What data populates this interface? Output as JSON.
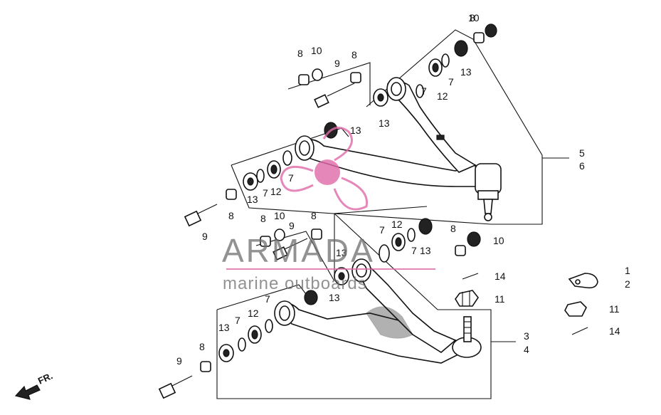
{
  "diagram": {
    "callouts": [
      {
        "id": "c8a",
        "text": "8"
      },
      {
        "id": "c10a",
        "text": "10"
      },
      {
        "id": "c8b",
        "text": "8"
      },
      {
        "id": "c10b",
        "text": "10"
      },
      {
        "id": "c9a",
        "text": "9"
      },
      {
        "id": "c8c",
        "text": "8"
      },
      {
        "id": "c13a",
        "text": "13"
      },
      {
        "id": "c12a",
        "text": "12"
      },
      {
        "id": "c7a",
        "text": "7"
      },
      {
        "id": "c7b",
        "text": "7"
      },
      {
        "id": "c13b",
        "text": "13"
      },
      {
        "id": "c13c",
        "text": "13"
      },
      {
        "id": "c5",
        "text": "5"
      },
      {
        "id": "c6",
        "text": "6"
      },
      {
        "id": "c7c",
        "text": "7"
      },
      {
        "id": "c13d",
        "text": "13"
      },
      {
        "id": "c7d",
        "text": "7"
      },
      {
        "id": "c12b",
        "text": "12"
      },
      {
        "id": "c8d",
        "text": "8"
      },
      {
        "id": "c9b",
        "text": "9"
      },
      {
        "id": "c8e",
        "text": "8"
      },
      {
        "id": "c10c",
        "text": "10"
      },
      {
        "id": "c9c",
        "text": "9"
      },
      {
        "id": "c8f",
        "text": "8"
      },
      {
        "id": "c7e",
        "text": "7"
      },
      {
        "id": "c12c",
        "text": "12"
      },
      {
        "id": "c13e",
        "text": "13"
      },
      {
        "id": "c7f",
        "text": "7"
      },
      {
        "id": "c8g",
        "text": "8"
      },
      {
        "id": "c10d",
        "text": "10"
      },
      {
        "id": "c13f",
        "text": "13"
      },
      {
        "id": "c13g",
        "text": "13"
      },
      {
        "id": "c14a",
        "text": "14"
      },
      {
        "id": "c11a",
        "text": "11"
      },
      {
        "id": "c1",
        "text": "1"
      },
      {
        "id": "c2",
        "text": "2"
      },
      {
        "id": "c11b",
        "text": "11"
      },
      {
        "id": "c14b",
        "text": "14"
      },
      {
        "id": "c7g",
        "text": "7"
      },
      {
        "id": "c12d",
        "text": "12"
      },
      {
        "id": "c7h",
        "text": "7"
      },
      {
        "id": "c13h",
        "text": "13"
      },
      {
        "id": "c3",
        "text": "3"
      },
      {
        "id": "c4",
        "text": "4"
      },
      {
        "id": "c9d",
        "text": "9"
      },
      {
        "id": "c8h",
        "text": "8"
      }
    ],
    "direction_label": "FR."
  },
  "watermark": {
    "brand": "ARMADA",
    "tagline": "marine outboards",
    "logo_color": "#e06aa8"
  }
}
